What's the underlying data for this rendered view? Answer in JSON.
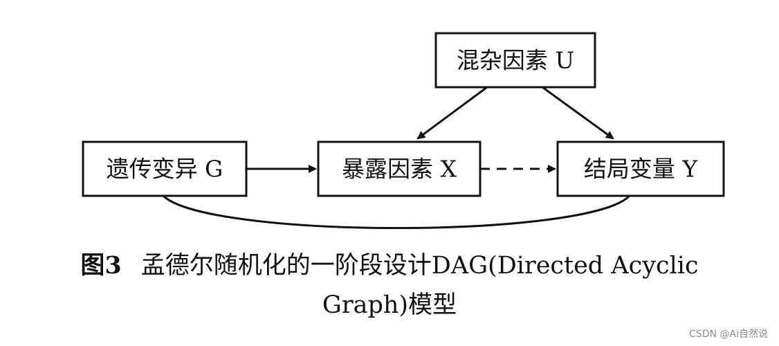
{
  "diagram": {
    "nodes": {
      "u": {
        "label": "混杂因素 U"
      },
      "g": {
        "label": "遗传变异 G"
      },
      "x": {
        "label": "暴露因素 X"
      },
      "y": {
        "label": "结局变量 Y"
      }
    },
    "edges": [
      {
        "from": "u",
        "to": "x",
        "style": "solid",
        "arrow": true
      },
      {
        "from": "u",
        "to": "y",
        "style": "solid",
        "arrow": true
      },
      {
        "from": "g",
        "to": "x",
        "style": "solid",
        "arrow": true
      },
      {
        "from": "x",
        "to": "y",
        "style": "dashed",
        "arrow": true
      },
      {
        "from": "g",
        "to": "y",
        "style": "solid-curve",
        "arrow": false
      }
    ]
  },
  "caption": {
    "figure_number": "图3",
    "line1": "孟德尔随机化的一阶段设计DAG(Directed Acyclic",
    "line2": "Graph)模型"
  },
  "watermark": "CSDN @Ai自然说"
}
